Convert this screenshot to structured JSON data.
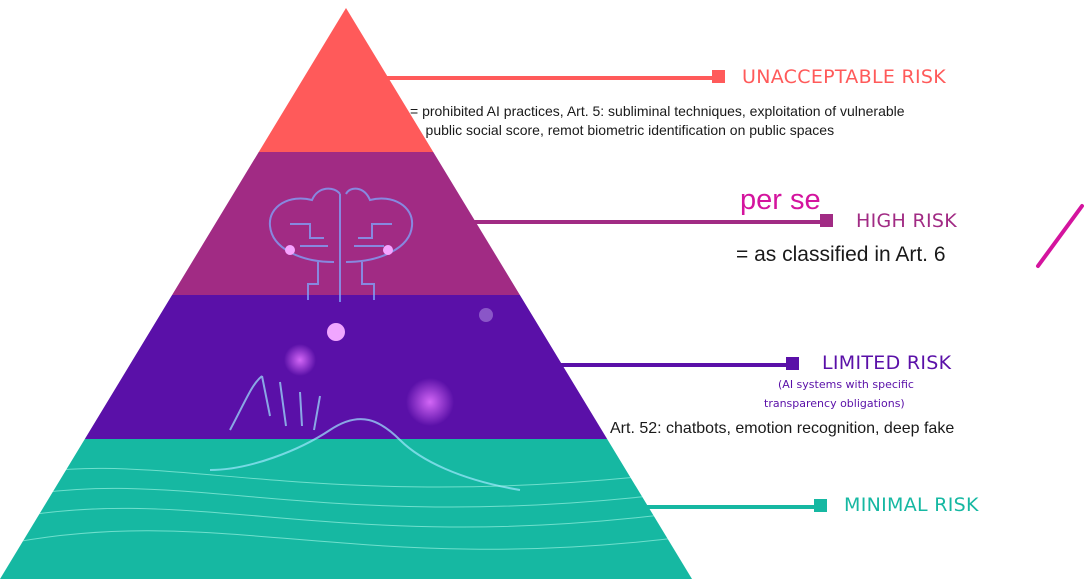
{
  "colors": {
    "unacceptable": "#ff5a5a",
    "high": "#a12b84",
    "limited": "#5a10a8",
    "minimal": "#16b8a2",
    "annotation": "#d4149e"
  },
  "tiers": [
    {
      "title": "UNACCEPTABLE RISK",
      "description": "= prohibited AI practices, Art. 5: subliminal techniques, exploitation of vulnerable\n    public social score, remot biometric identification on public spaces"
    },
    {
      "title": "HIGH RISK",
      "annotation": "per se",
      "description": "= as classified in Art. 6"
    },
    {
      "title": "LIMITED RISK",
      "subtitle_line1": "(AI systems with specific",
      "subtitle_line2": "transparency obligations)",
      "description": "Art. 52: chatbots, emotion recognition, deep fake"
    },
    {
      "title": "MINIMAL RISK"
    }
  ]
}
